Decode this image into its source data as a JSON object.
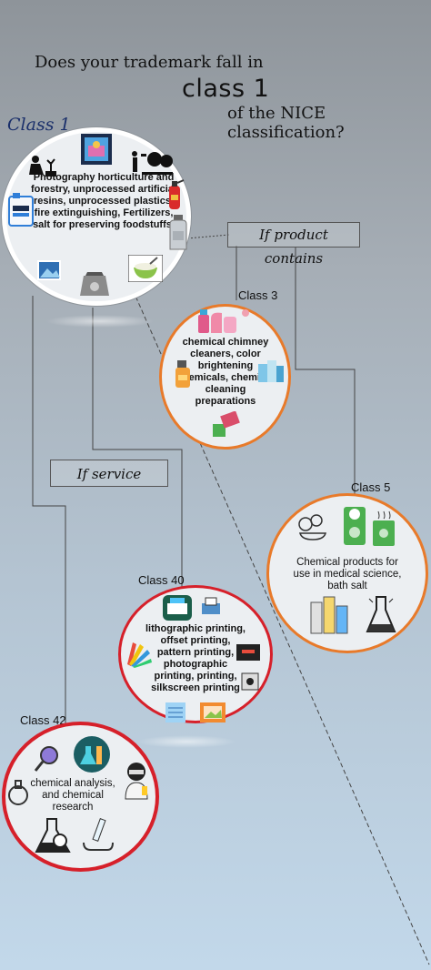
{
  "header": {
    "line1": "Does your trademark fall in",
    "line2": "class 1",
    "line3": "of the NICE classification?"
  },
  "boxes": {
    "product": "If product contains",
    "service": "If service"
  },
  "classes": {
    "class1": {
      "label": "Class 1",
      "text": "Photography horticulture and forestry, unprocessed artificial resins, unprocessed plastics, fire extinguishing, Fertilizers, salt for preserving foodstuffs."
    },
    "class3": {
      "label": "Class 3",
      "text": "chemical chimney cleaners, color brightening chemicals, chemical cleaning preparations"
    },
    "class5": {
      "label": "Class 5",
      "text": "Chemical products for use in medical science, bath salt"
    },
    "class40": {
      "label": "Class 40",
      "text": "lithographic printing, offset printing, pattern printing, photographic printing, printing, silkscreen printing"
    },
    "class42": {
      "label": "Class 42",
      "text": "chemical analysis, and chemical research"
    }
  },
  "colors": {
    "white_ring": "#ffffff",
    "orange_ring": "#e87a2a",
    "red_ring": "#d6202a",
    "title_blue": "#1a2f6a"
  }
}
